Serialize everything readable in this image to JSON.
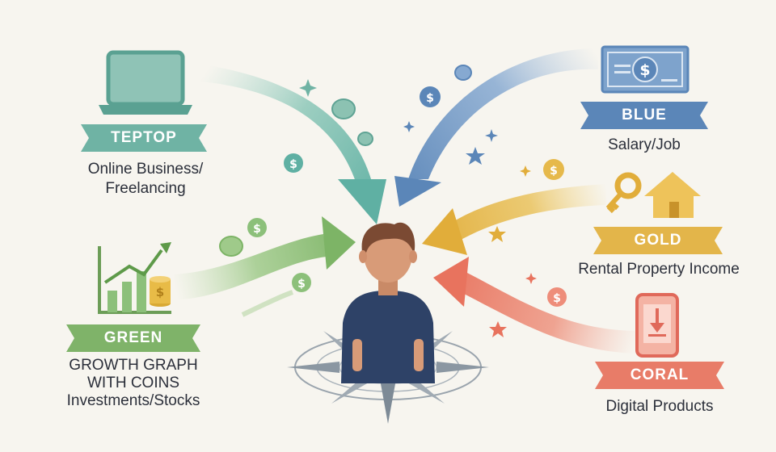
{
  "sources": [
    {
      "id": "teptop",
      "banner": "TEPTOP",
      "caption": [
        "Online Business/",
        "Freelancing"
      ],
      "color": "#6fb3a4",
      "icon": "laptop-icon"
    },
    {
      "id": "blue",
      "banner": "BLUE",
      "caption": [
        "Salary/Job"
      ],
      "color": "#5b86b8",
      "icon": "banknote-icon"
    },
    {
      "id": "gold",
      "banner": "GOLD",
      "caption": [
        "Rental Property Income"
      ],
      "color": "#e3b54a",
      "icon": "key-house-icon"
    },
    {
      "id": "green",
      "banner": "GREEN",
      "caption": [
        "GROWTH GRAPH",
        "WITH COINS",
        "Investments/Stocks"
      ],
      "color": "#7fb369",
      "icon": "growth-graph-icon"
    },
    {
      "id": "coral",
      "banner": "CORAL",
      "caption": [
        "Digital Products"
      ],
      "color": "#e87c68",
      "icon": "tablet-download-icon"
    }
  ],
  "symbols": {
    "dollar": "$"
  }
}
